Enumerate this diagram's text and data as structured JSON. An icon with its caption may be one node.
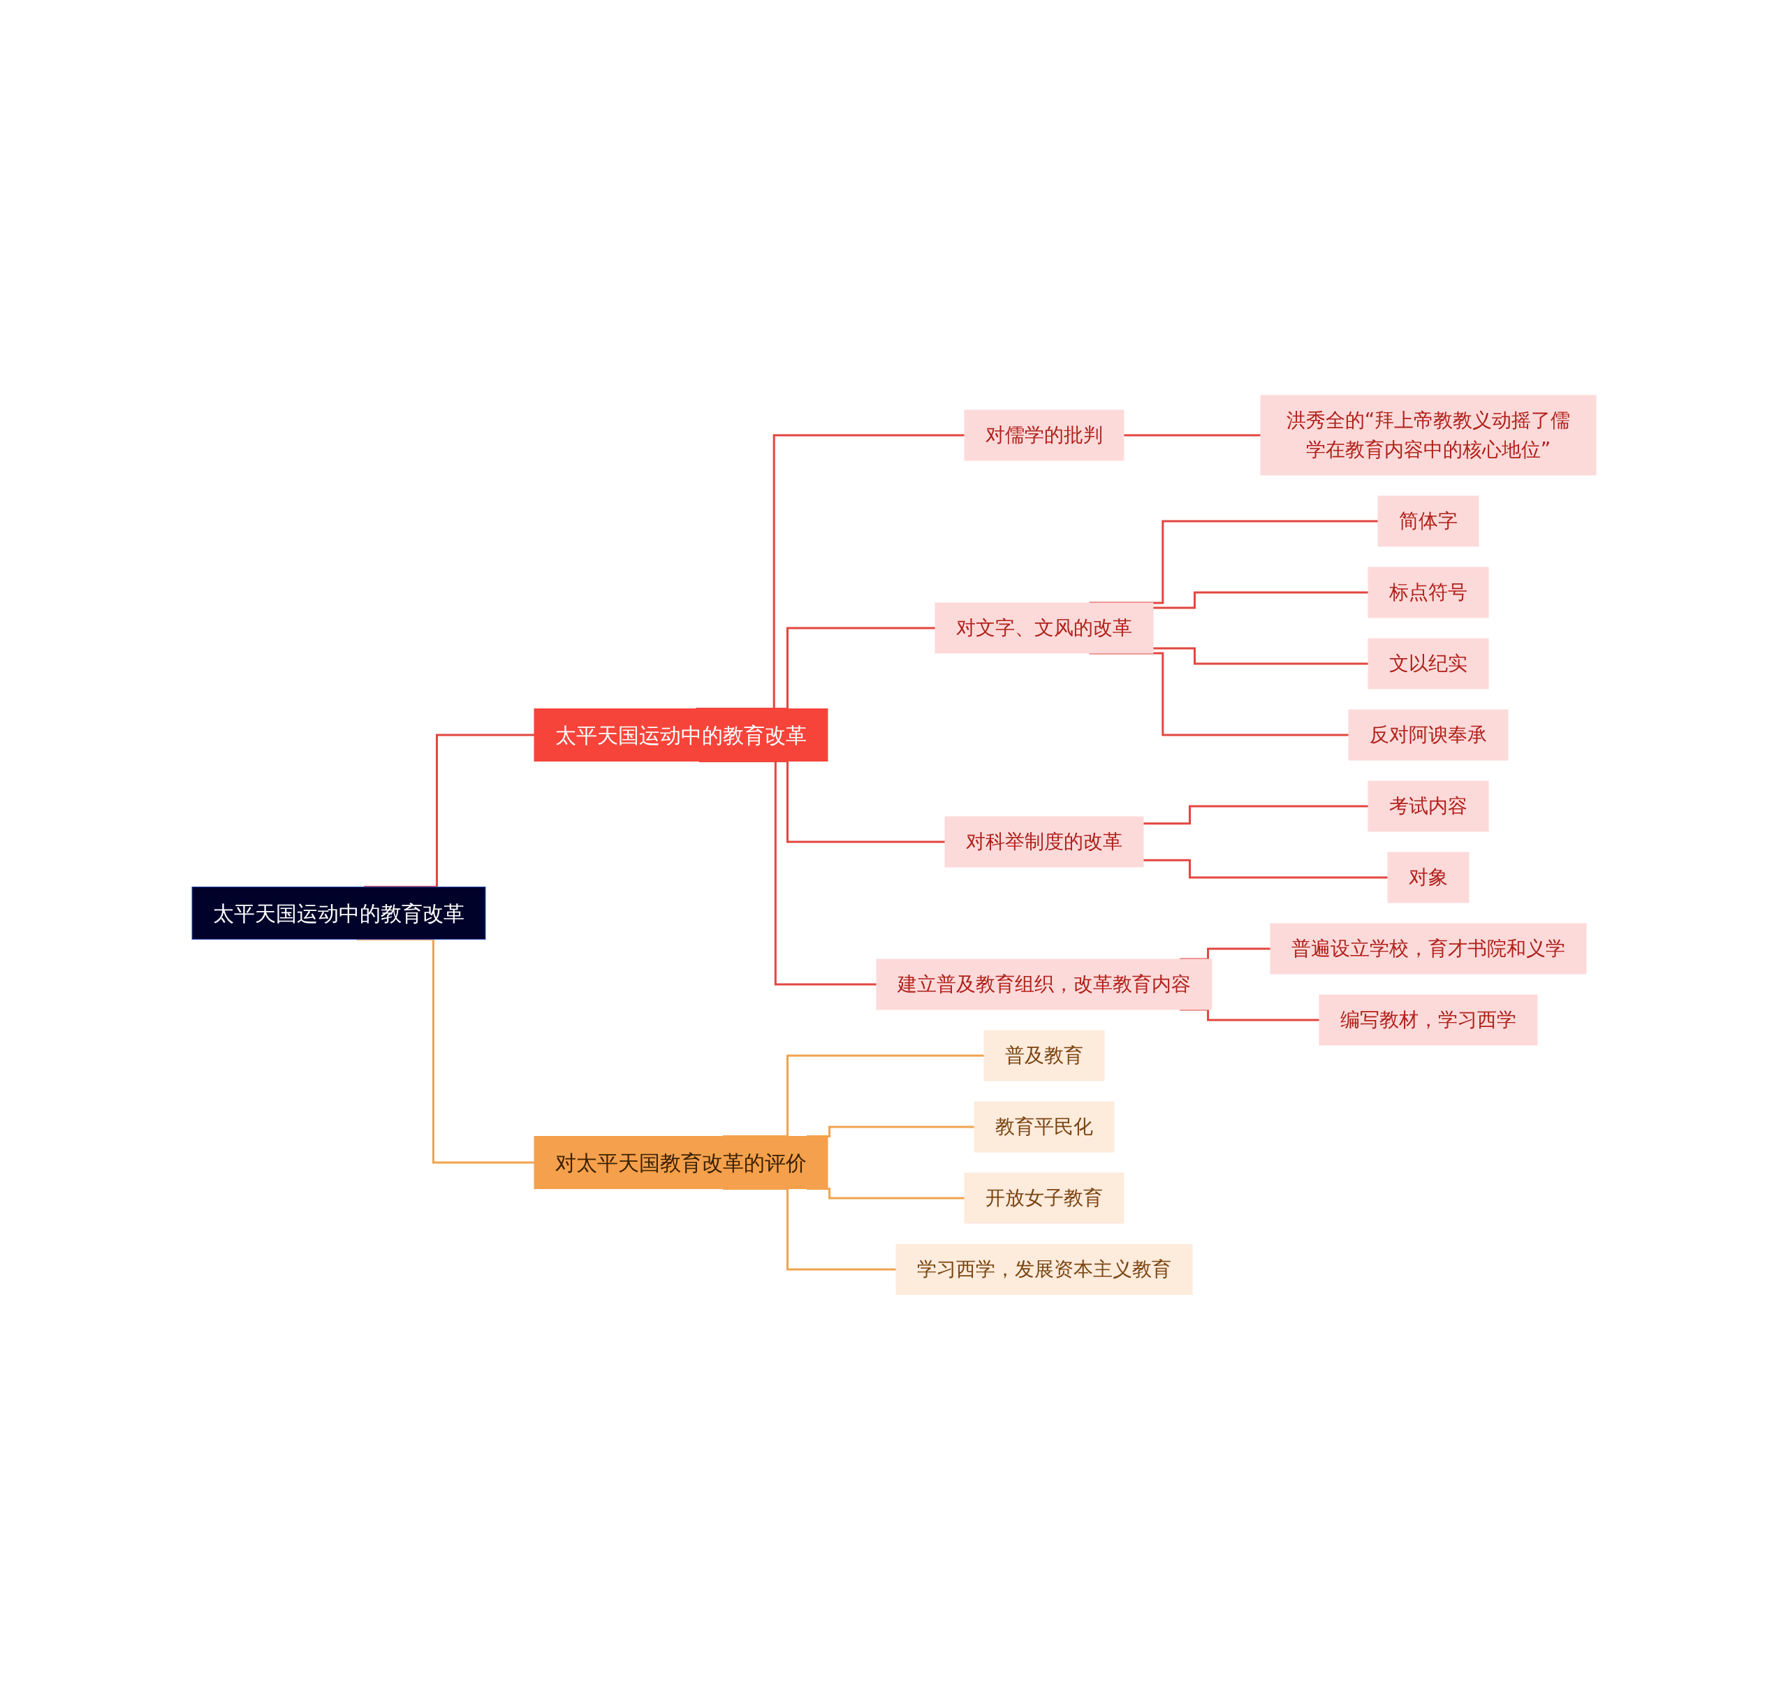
{
  "diagram": {
    "nodes": [
      {
        "text": [
          "太平天国运动中的教育改革"
        ]
      },
      {
        "text": [
          "太平天国运动中的教育改革"
        ]
      },
      {
        "text": [
          "对儒学的批判"
        ]
      },
      {
        "text": [
          "洪秀全的“拜上帝教教义动摇了儒学在教育内容中的核心地位”"
        ]
      },
      {
        "text": [
          "对文字、文风的改革"
        ]
      },
      {
        "text": [
          "简体字"
        ]
      },
      {
        "text": [
          "标点符号"
        ]
      },
      {
        "text": [
          "文以纪实"
        ]
      },
      {
        "text": [
          "反对阿谀奉承"
        ]
      },
      {
        "text": [
          "对科举制度的改革"
        ]
      },
      {
        "text": [
          "考试内容"
        ]
      },
      {
        "text": [
          "对象"
        ]
      },
      {
        "text": [
          "建立普及教育组织，改革教育内容"
        ]
      },
      {
        "text": [
          "普遍设立学校，育才书院和义学"
        ]
      },
      {
        "text": [
          "编写教材，学习西学"
        ]
      },
      {
        "text": [
          "对太平天国教育改革的评价"
        ]
      },
      {
        "text": [
          "普及教育"
        ]
      },
      {
        "text": [
          "教育平民化"
        ]
      },
      {
        "text": [
          "开放女子教育"
        ]
      },
      {
        "text": [
          "学习西学，发展资本主义教育"
        ]
      }
    ],
    "edges": [
      {
        "from": 0,
        "to": 1,
        "arrow": "none"
      },
      {
        "from": 1,
        "to": 2,
        "arrow": "none"
      },
      {
        "from": 2,
        "to": 3,
        "arrow": "none"
      },
      {
        "from": 1,
        "to": 4,
        "arrow": "none"
      },
      {
        "from": 4,
        "to": 5,
        "arrow": "none"
      },
      {
        "from": 4,
        "to": 6,
        "arrow": "none"
      },
      {
        "from": 4,
        "to": 7,
        "arrow": "none"
      },
      {
        "from": 4,
        "to": 8,
        "arrow": "none"
      },
      {
        "from": 1,
        "to": 9,
        "arrow": "none"
      },
      {
        "from": 9,
        "to": 10,
        "arrow": "none"
      },
      {
        "from": 9,
        "to": 11,
        "arrow": "none"
      },
      {
        "from": 1,
        "to": 12,
        "arrow": "none"
      },
      {
        "from": 12,
        "to": 13,
        "arrow": "none"
      },
      {
        "from": 12,
        "to": 14,
        "arrow": "none"
      },
      {
        "from": 0,
        "to": 15,
        "arrow": "none",
        "color": "#f0a34e"
      },
      {
        "from": 15,
        "to": 16,
        "arrow": "none",
        "color": "#f0a34e"
      },
      {
        "from": 15,
        "to": 17,
        "arrow": "none",
        "color": "#f0a34e"
      },
      {
        "from": 15,
        "to": 18,
        "arrow": "none",
        "color": "#f0a34e"
      },
      {
        "from": 15,
        "to": 19,
        "arrow": "none",
        "color": "#f0a34e"
      }
    ]
  }
}
